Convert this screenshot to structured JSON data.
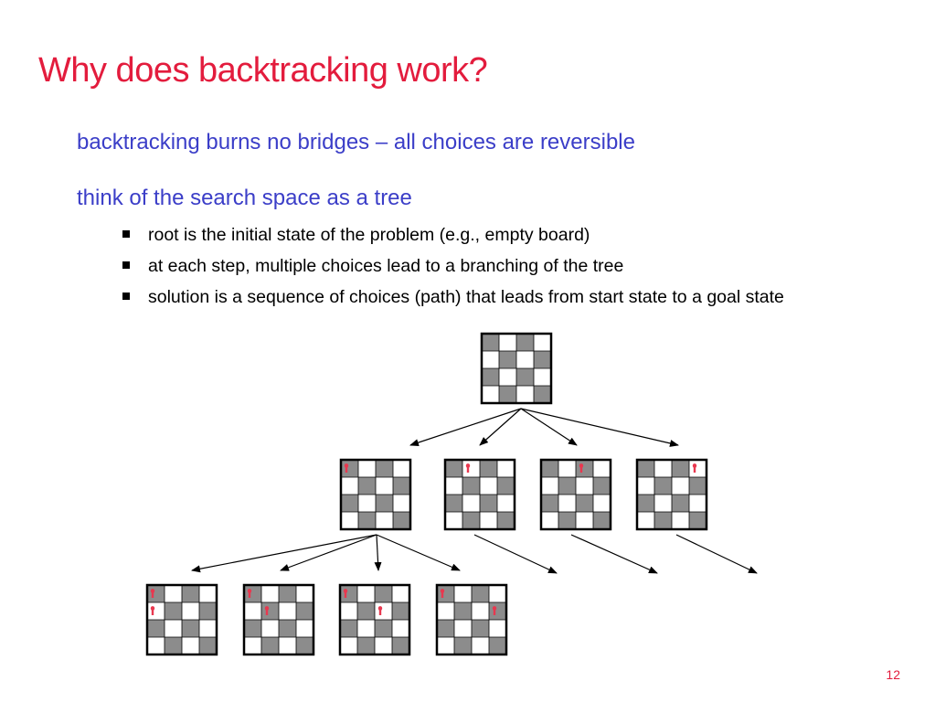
{
  "slide": {
    "title": "Why does backtracking work?",
    "points": [
      "backtracking burns no bridges – all choices are reversible",
      "think of the search space as a tree"
    ],
    "bullets": [
      "root is the initial state of the problem (e.g., empty board)",
      "at each step, multiple choices lead to a branching of the tree",
      "solution is a sequence of choices (path) that leads from start state to a goal state"
    ],
    "page_number": "12"
  },
  "colors": {
    "title": "#e31c3d",
    "point": "#3b3ec8",
    "dark_square": "#8c8c8c",
    "light_square": "#ffffff",
    "queen": "#e8384f"
  },
  "diagram": {
    "board_size": 4,
    "queen_icon": "queen-icon",
    "boards": [
      {
        "level": 0,
        "queens": []
      },
      {
        "level": 1,
        "queens": [
          [
            0,
            0
          ]
        ]
      },
      {
        "level": 1,
        "queens": [
          [
            0,
            1
          ]
        ]
      },
      {
        "level": 1,
        "queens": [
          [
            0,
            2
          ]
        ]
      },
      {
        "level": 1,
        "queens": [
          [
            0,
            3
          ]
        ]
      },
      {
        "level": 2,
        "queens": [
          [
            0,
            0
          ],
          [
            1,
            0
          ]
        ]
      },
      {
        "level": 2,
        "queens": [
          [
            0,
            0
          ],
          [
            1,
            1
          ]
        ]
      },
      {
        "level": 2,
        "queens": [
          [
            0,
            0
          ],
          [
            1,
            2
          ]
        ]
      },
      {
        "level": 2,
        "queens": [
          [
            0,
            0
          ],
          [
            1,
            3
          ]
        ]
      }
    ]
  }
}
